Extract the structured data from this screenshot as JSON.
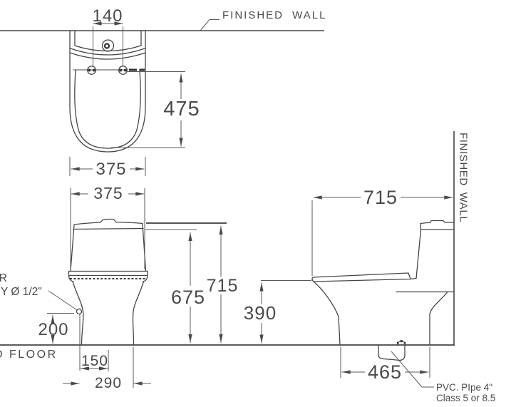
{
  "labels": {
    "finished_wall_top": "FINISHED WALL",
    "finished_wall_side": "FINISHED WALL",
    "floor": "FLOOR",
    "floor_prefix": "D",
    "supply_partial_line1": "R",
    "supply_partial_line2": "Y Ø 1/2\"",
    "pvc_pipe_line1": "PVC. PIpe 4\"",
    "pvc_pipe_line2": "Class 5 or 8.5"
  },
  "dimensions_mm": {
    "plan_hinge_spacing": "140",
    "plan_bowl_depth": "475",
    "plan_width": "375",
    "front_width": "375",
    "front_height_to_tank": "675",
    "front_height_overall": "715",
    "supply_height": "200",
    "supply_to_center": "150",
    "supply_to_base": "290",
    "side_depth": "715",
    "side_rim_height": "390",
    "side_outlet_span": "465"
  }
}
